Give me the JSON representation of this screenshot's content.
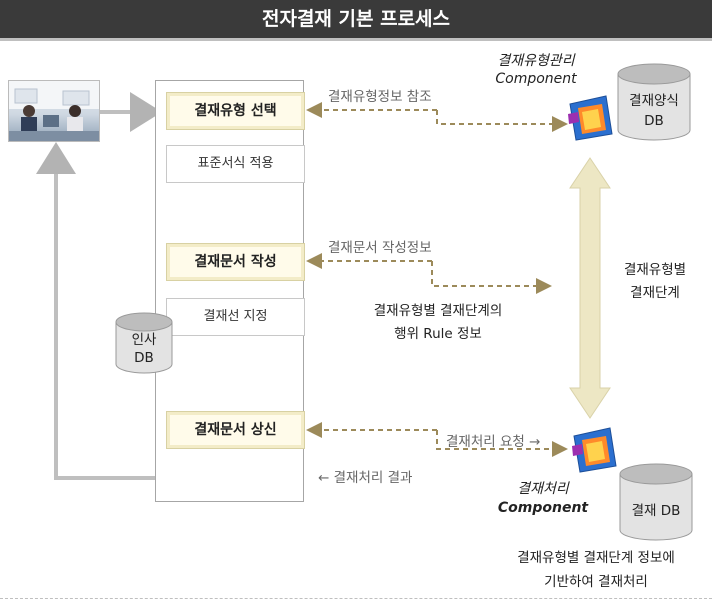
{
  "title": "전자결재 기본 프로세스",
  "steps": {
    "select_type": "결재유형 선택",
    "apply_format": "표준서식 적용",
    "write_doc": "결재문서 작성",
    "set_line": "결재선 지정",
    "submit_doc": "결재문서 상신"
  },
  "flows": {
    "type_info_ref": "결재유형정보 참조",
    "doc_write_info": "결재문서 작성정보",
    "rule_info_line1": "결재유형별 결재단계의",
    "rule_info_line2": "행위 Rule 정보",
    "process_request": "결재처리 요청 →",
    "process_result": "← 결재처리 결과",
    "stage_by_type_line1": "결재유형별",
    "stage_by_type_line2": "결재단계"
  },
  "components": {
    "type_mgmt_line1": "결재유형관리",
    "type_mgmt_line2": "Component",
    "process_line1": "결재처리",
    "process_line2": "Component"
  },
  "databases": {
    "form_db_line1": "결재양식",
    "form_db_line2": "DB",
    "hr_db_line1": "인사",
    "hr_db_line2": "DB",
    "approval_db": "결재 DB"
  },
  "footer": {
    "line1": "결재유형별 결재단계 정보에",
    "line2": "기반하여 결재처리"
  },
  "colors": {
    "title_bg": "#3a3a3a",
    "dashed_arrow": "#9c8a5a",
    "grey_arrow": "#bfbfbf",
    "step_fill": "#fffbea",
    "double_arrow_fill": "#ede7c4"
  }
}
